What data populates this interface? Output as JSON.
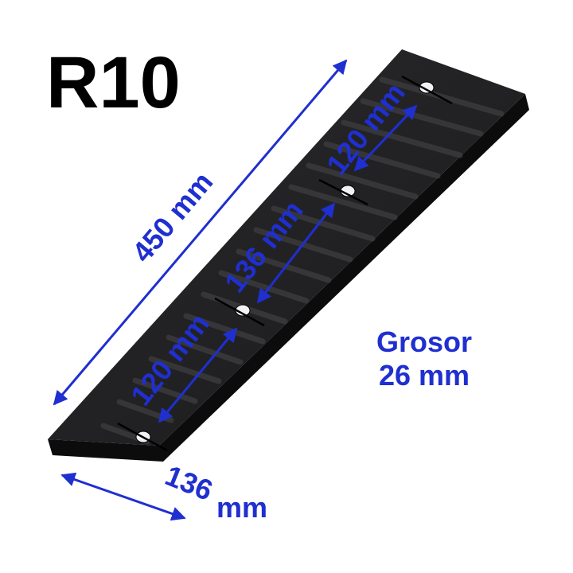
{
  "product": {
    "model": "R10",
    "length_label": "450 mm",
    "spacing_left_label": "120 mm",
    "spacing_center_label": "136 mm",
    "spacing_right_label": "120 mm",
    "width_label_part1": "136",
    "width_label_part2": "mm",
    "thickness_label_line1": "Grosor",
    "thickness_label_line2": "26 mm"
  },
  "colors": {
    "annotation": "#1f2fd0",
    "pad": "#1e1e20",
    "pad_edge": "#0c0c0d",
    "title": "#000000"
  }
}
